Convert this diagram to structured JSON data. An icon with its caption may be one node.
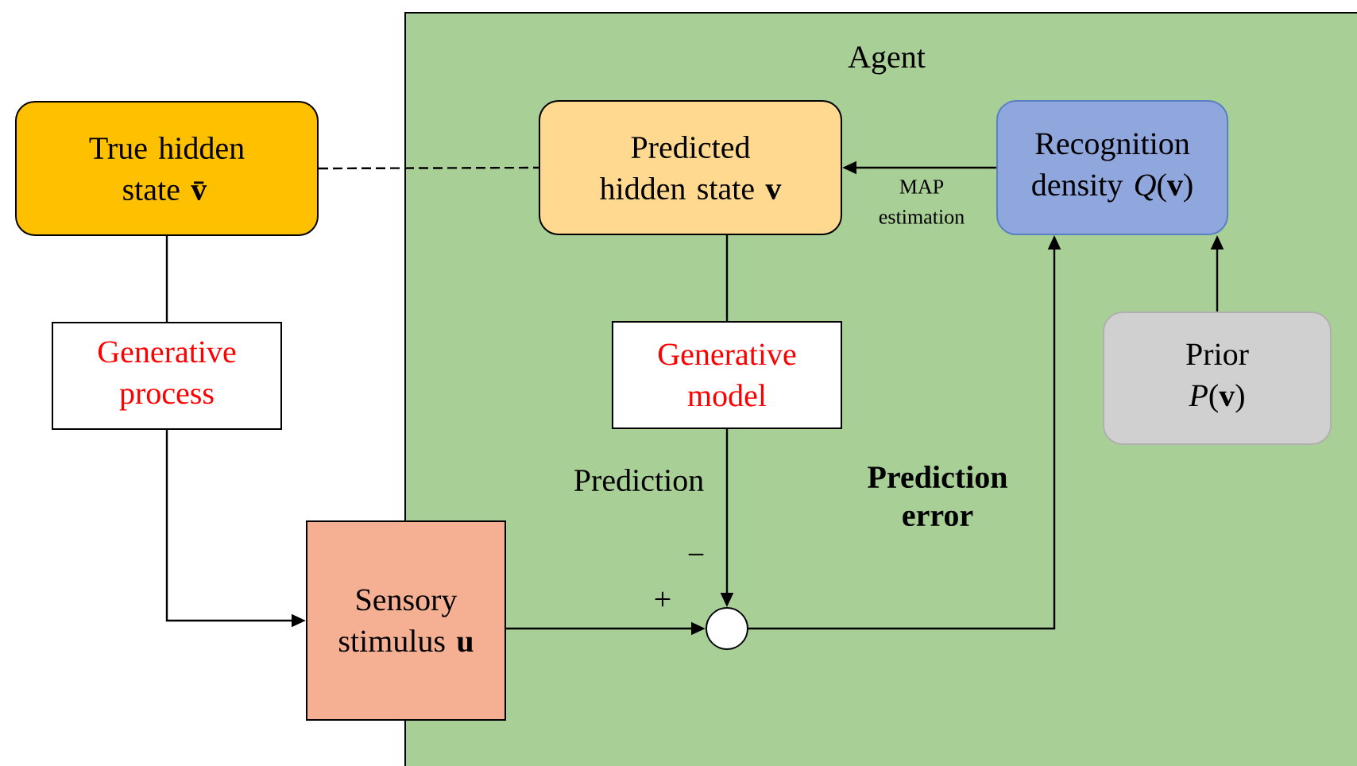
{
  "diagram": {
    "nodes": [
      {
        "text": [
          "Agent"
        ]
      },
      {
        "text": [
          "True hidden state **v̄**"
        ]
      },
      {
        "text": [
          "Predicted hidden state **v**"
        ],
        "in": 0
      },
      {
        "text": [
          "Recognition density *Q*(**v**)"
        ],
        "in": 0
      },
      {
        "text": [
          "Generative process"
        ]
      },
      {
        "text": [
          "Generative model"
        ],
        "in": 0
      },
      {
        "text": [
          "Prior *P*(**v**)"
        ],
        "in": 0
      },
      {
        "text": [
          "Sensory stimulus **u**"
        ]
      },
      {
        "text": [],
        "shape": "circle",
        "in": 0
      }
    ],
    "edges": [
      {
        "from": 1,
        "to": 2,
        "arrow": "none",
        "style": "dashed"
      },
      {
        "from": 1,
        "to": 4,
        "arrow": "none"
      },
      {
        "from": 4,
        "to": 7,
        "arrow": "to"
      },
      {
        "from": 2,
        "to": 5,
        "arrow": "none"
      },
      {
        "from": 5,
        "to": 8,
        "arrow": "to",
        "label": "Prediction"
      },
      {
        "from": 7,
        "to": 8,
        "arrow": "to",
        "label": "+"
      },
      {
        "from": 8,
        "to": 3,
        "arrow": "to",
        "label": "**Prediction error**"
      },
      {
        "from": 3,
        "to": 2,
        "arrow": "to",
        "label": "MAP estimation"
      },
      {
        "from": 6,
        "to": 3,
        "arrow": "to"
      }
    ],
    "labels": [
      "−"
    ]
  }
}
